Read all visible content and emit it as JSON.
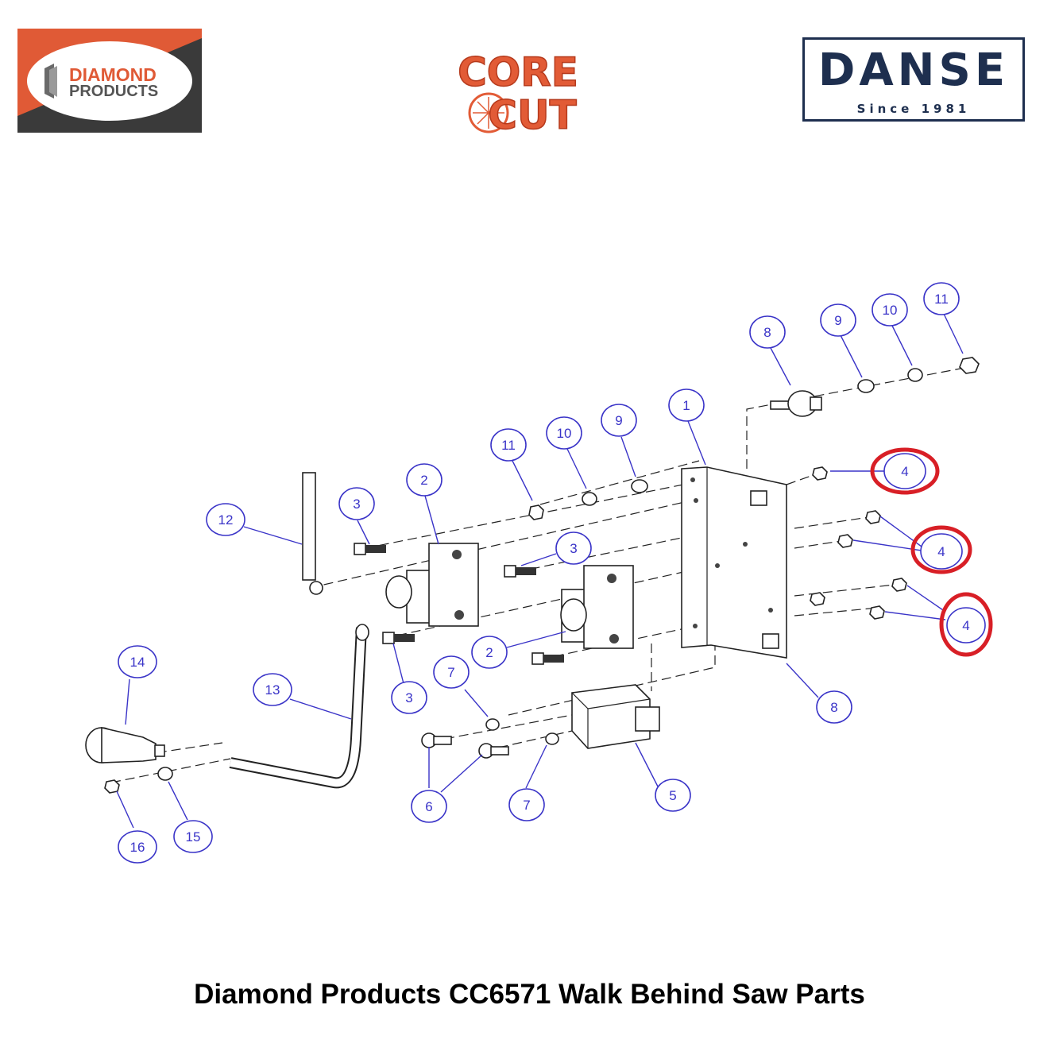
{
  "logos": {
    "diamond_products": {
      "line1": "DIAMOND",
      "line2": "PRODUCTS",
      "colors": {
        "orange": "#e05a36",
        "dark": "#3a3a3a"
      }
    },
    "core_cut": {
      "line1": "CORE",
      "line2": "CUT",
      "color": "#e25b36"
    },
    "danse": {
      "name": "DANSE",
      "since": "Since 1981",
      "color": "#1e2f4f"
    }
  },
  "caption": "Diamond Products CC6571 Walk Behind Saw Parts",
  "callouts": {
    "c1": "1",
    "c2a": "2",
    "c2b": "2",
    "c3a": "3",
    "c3b": "3",
    "c3c": "3",
    "c4a": "4",
    "c4b": "4",
    "c4c": "4",
    "c5": "5",
    "c6": "6",
    "c7a": "7",
    "c7b": "7",
    "c8a": "8",
    "c8b": "8",
    "c9a": "9",
    "c9b": "9",
    "c10a": "10",
    "c10b": "10",
    "c11a": "11",
    "c11b": "11",
    "c12": "12",
    "c13": "13",
    "c14": "14",
    "c15": "15",
    "c16": "16"
  },
  "colors": {
    "callout": "#3a34c8",
    "highlight": "#d81f26",
    "line": "#222222"
  }
}
